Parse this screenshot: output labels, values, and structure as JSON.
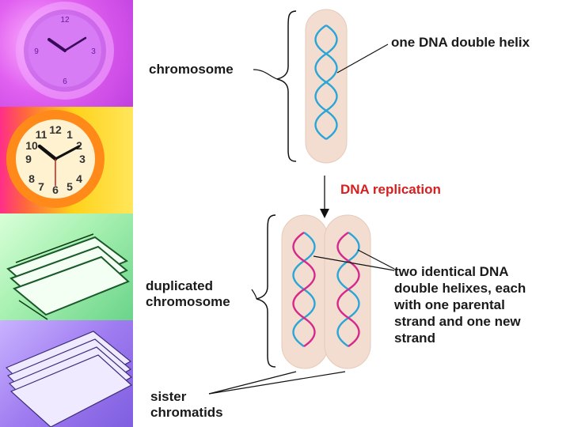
{
  "labels": {
    "chromosome": "chromosome",
    "one_helix": "one DNA double helix",
    "replication": "DNA replication",
    "duplicated_line1": "duplicated",
    "duplicated_line2": "chromosome",
    "identical_line1": "two identical DNA",
    "identical_line2": "double helixes, each",
    "identical_line3": "with one parental",
    "identical_line4": "strand and one new",
    "identical_line5": "strand",
    "sister_line1": "sister",
    "sister_line2": "chromatids"
  },
  "colors": {
    "replication_label": "#d62020",
    "strand_parental": "#2aa6d6",
    "strand_new": "#d6288a",
    "chromosome_body": "#f3ddd0"
  },
  "icons": {
    "panel1": "clock-icon",
    "panel2": "clock-icon",
    "panel3": "book-stack-icon",
    "panel4": "paper-stack-icon"
  }
}
